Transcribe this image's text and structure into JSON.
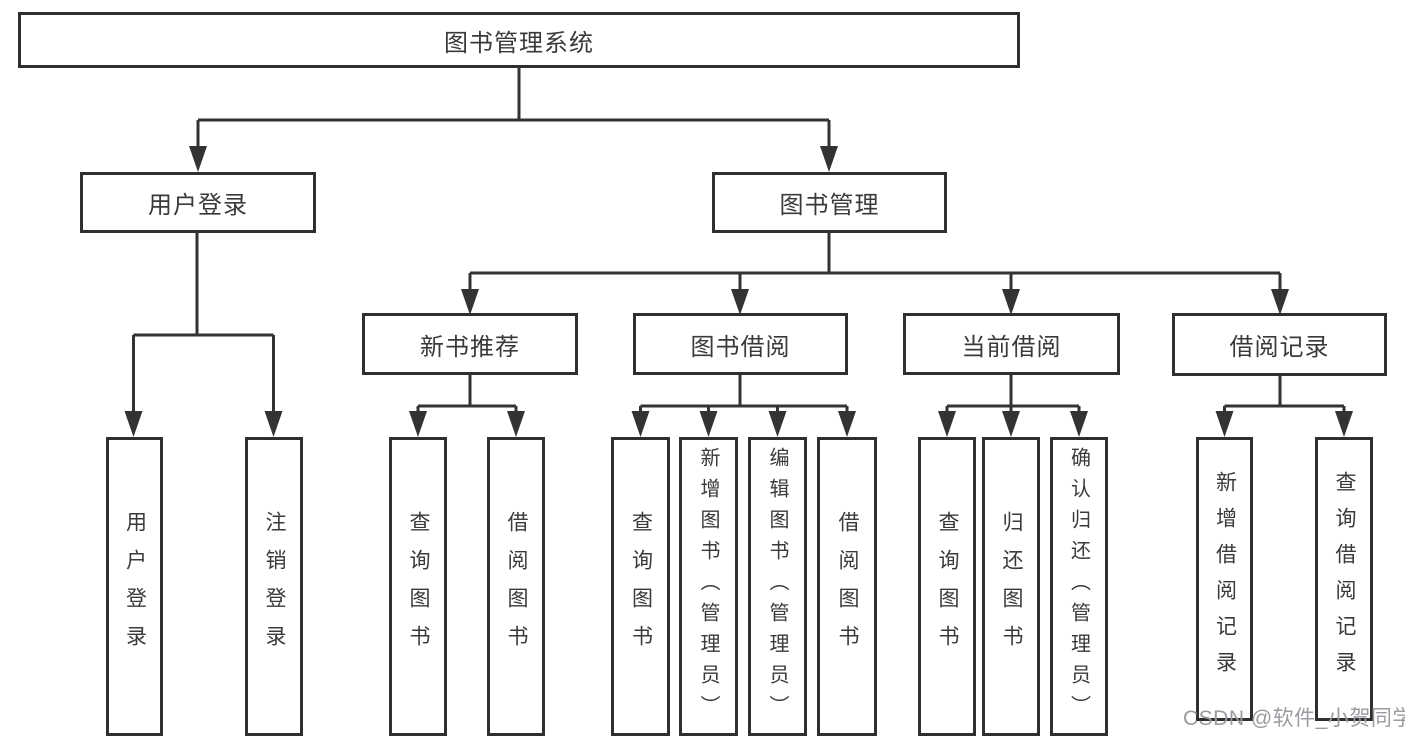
{
  "diagram": {
    "root": {
      "label": "图书管理系统"
    },
    "level2": [
      {
        "label": "用户登录"
      },
      {
        "label": "图书管理"
      }
    ],
    "level3": [
      {
        "label": "新书推荐"
      },
      {
        "label": "图书借阅"
      },
      {
        "label": "当前借阅"
      },
      {
        "label": "借阅记录"
      }
    ],
    "leaves": {
      "user_login": [
        {
          "label": "用户登录"
        },
        {
          "label": "注销登录"
        }
      ],
      "new_book_recommendation": [
        {
          "label": "查询图书"
        },
        {
          "label": "借阅图书"
        }
      ],
      "book_borrowing": [
        {
          "label": "查询图书"
        },
        {
          "label": "新增图书（管理员）"
        },
        {
          "label": "编辑图书（管理员）"
        },
        {
          "label": "借阅图书"
        }
      ],
      "current_borrowing": [
        {
          "label": "查询图书"
        },
        {
          "label": "归还图书"
        },
        {
          "label": "确认归还（管理员）"
        }
      ],
      "borrowing_records": [
        {
          "label": "新增借阅记录"
        },
        {
          "label": "查询借阅记录"
        }
      ]
    },
    "colors": {
      "line": "#333333",
      "box_border": "#2f2f2f",
      "text": "#3a3a3a",
      "background": "#ffffff",
      "watermark": "#9b9ba1"
    }
  },
  "watermark": {
    "text": "CSDN @软件_小贺同学"
  }
}
